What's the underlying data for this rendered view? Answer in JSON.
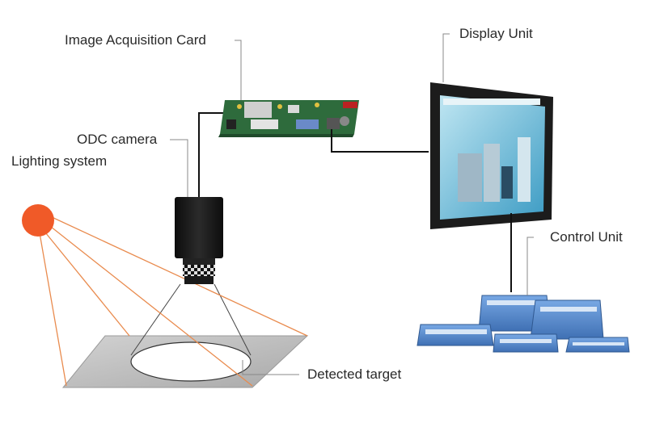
{
  "labels": {
    "acquisition_card": "Image Acquisition Card",
    "display_unit": "Display Unit",
    "odc_camera": "ODC camera",
    "lighting_system": "Lighting system",
    "control_unit": "Control Unit",
    "detected_target": "Detected target"
  },
  "colors": {
    "light_source": "#f05a28",
    "light_rays": "#e98b4e",
    "camera_body": "#1a1a1a",
    "plate": "#c8c8c8",
    "board": "#2e6b3c",
    "screen_bezel": "#1c1c1c",
    "screen_content": "#3aa6c8",
    "control_box": "#5a8fd0",
    "leader_line": "#888888",
    "cable": "#111111"
  },
  "icons": [
    "lighting-source-icon",
    "camera-icon",
    "acquisition-board-icon",
    "display-monitor-icon",
    "control-box-icon"
  ]
}
